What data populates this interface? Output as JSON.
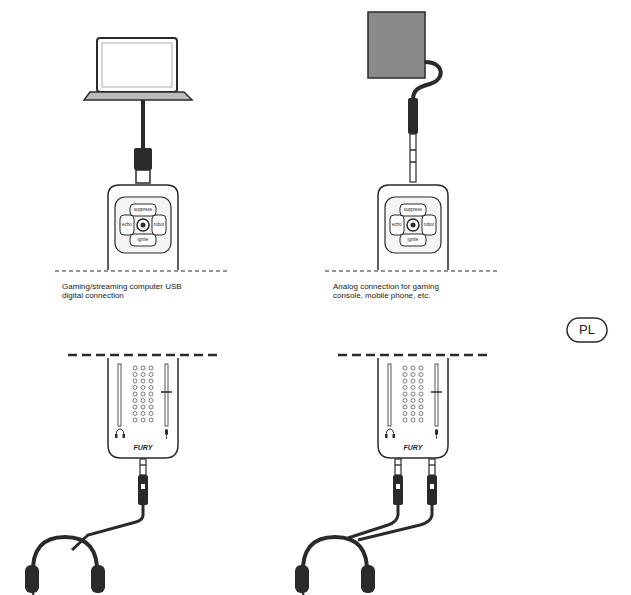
{
  "diagram": {
    "labels": [
      "suppress",
      "echo",
      "robot",
      "ignite",
      "suppress",
      "echo",
      "robot",
      "ignite",
      "Gaming/streaming computer USB digital connection",
      "Analog connection for gaming console, mobile phone, etc.",
      "FURY",
      "FURY",
      "PL"
    ]
  }
}
